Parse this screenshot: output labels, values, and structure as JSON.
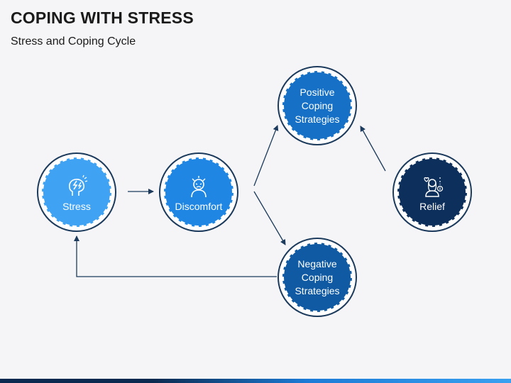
{
  "header": {
    "title": "COPING WITH STRESS",
    "subtitle": "Stress and Coping Cycle"
  },
  "nodes": {
    "stress": {
      "label": "Stress",
      "icon": "stressed-head-icon",
      "color": "#3fa2f2"
    },
    "discomfort": {
      "label": "Discomfort",
      "icon": "discomfort-person-icon",
      "color": "#1f86e3"
    },
    "positive": {
      "label": "Positive\nCoping\nStrategies",
      "color": "#1570c6"
    },
    "negative": {
      "label": "Negative\nCoping\nStrategies",
      "color": "#0f5aa3"
    },
    "relief": {
      "label": "Relief",
      "icon": "relief-woman-icon",
      "color": "#0d2f5c"
    }
  },
  "colors": {
    "arrow": "#1b3a5c",
    "ring": "#1b3a5c"
  }
}
